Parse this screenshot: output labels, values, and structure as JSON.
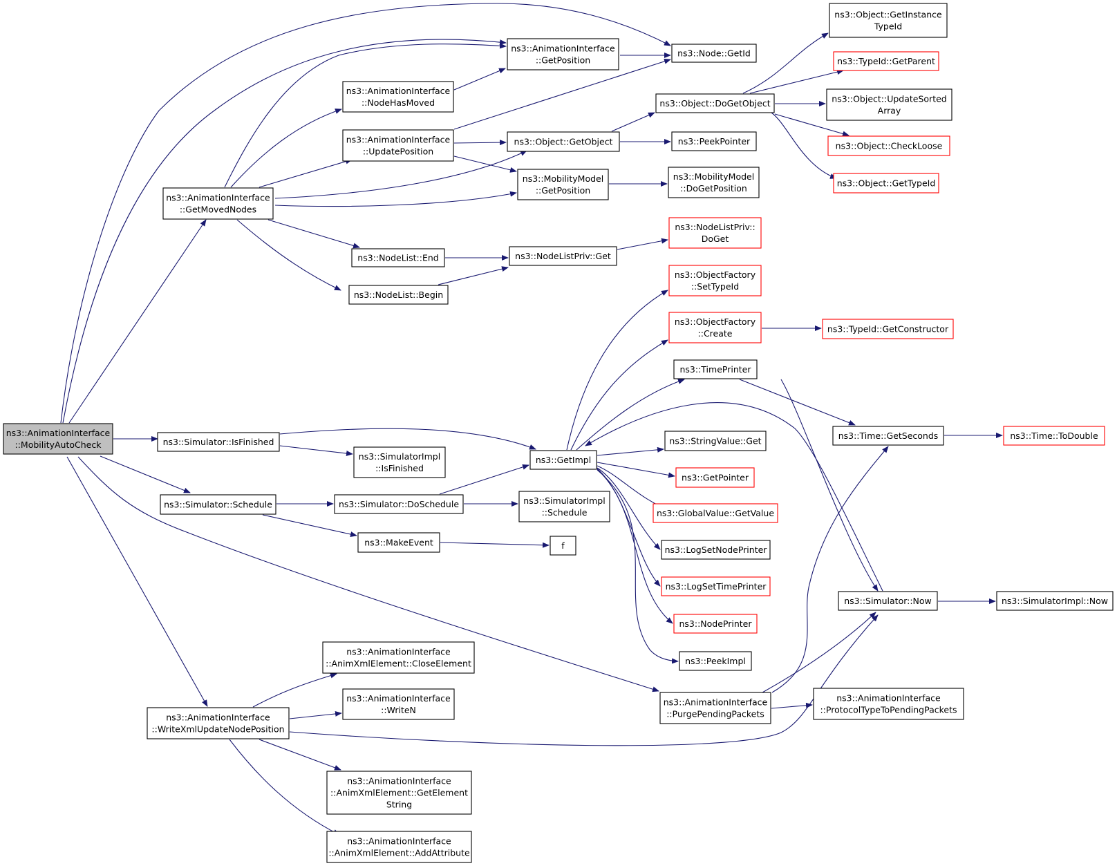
{
  "graph": {
    "edge_color": "#191970",
    "root_fill": "#bfbfbf",
    "external_stroke": "#ff0000",
    "nodes": [
      {
        "id": "root",
        "lines": [
          "ns3::AnimationInterface",
          "::MobilityAutoCheck"
        ],
        "style": "root"
      },
      {
        "id": "getMovedNodes",
        "lines": [
          "ns3::AnimationInterface",
          "::GetMovedNodes"
        ],
        "style": "normal"
      },
      {
        "id": "isFinished",
        "lines": [
          "ns3::Simulator::IsFinished"
        ],
        "style": "normal"
      },
      {
        "id": "schedule",
        "lines": [
          "ns3::Simulator::Schedule"
        ],
        "style": "normal"
      },
      {
        "id": "writeXml",
        "lines": [
          "ns3::AnimationInterface",
          "::WriteXmlUpdateNodePosition"
        ],
        "style": "normal"
      },
      {
        "id": "nodeHasMoved",
        "lines": [
          "ns3::AnimationInterface",
          "::NodeHasMoved"
        ],
        "style": "normal"
      },
      {
        "id": "updatePosition",
        "lines": [
          "ns3::AnimationInterface",
          "::UpdatePosition"
        ],
        "style": "normal"
      },
      {
        "id": "nodeListEnd",
        "lines": [
          "ns3::NodeList::End"
        ],
        "style": "normal"
      },
      {
        "id": "nodeListBegin",
        "lines": [
          "ns3::NodeList::Begin"
        ],
        "style": "normal"
      },
      {
        "id": "simImplIsFinished",
        "lines": [
          "ns3::SimulatorImpl",
          "::IsFinished"
        ],
        "style": "normal"
      },
      {
        "id": "doSchedule",
        "lines": [
          "ns3::Simulator::DoSchedule"
        ],
        "style": "normal"
      },
      {
        "id": "makeEvent",
        "lines": [
          "ns3::MakeEvent"
        ],
        "style": "normal"
      },
      {
        "id": "closeElement",
        "lines": [
          "ns3::AnimationInterface",
          "::AnimXmlElement::CloseElement"
        ],
        "style": "normal"
      },
      {
        "id": "writeN",
        "lines": [
          "ns3::AnimationInterface",
          "::WriteN"
        ],
        "style": "normal"
      },
      {
        "id": "getElementString",
        "lines": [
          "ns3::AnimationInterface",
          "::AnimXmlElement::GetElement",
          "String"
        ],
        "style": "normal"
      },
      {
        "id": "addAttribute",
        "lines": [
          "ns3::AnimationInterface",
          "::AnimXmlElement::AddAttribute"
        ],
        "style": "normal"
      },
      {
        "id": "aiGetPosition",
        "lines": [
          "ns3::AnimationInterface",
          "::GetPosition"
        ],
        "style": "normal"
      },
      {
        "id": "objGetObject",
        "lines": [
          "ns3::Object::GetObject"
        ],
        "style": "normal"
      },
      {
        "id": "mmGetPosition",
        "lines": [
          "ns3::MobilityModel",
          "::GetPosition"
        ],
        "style": "normal"
      },
      {
        "id": "nlpGet",
        "lines": [
          "ns3::NodeListPriv::Get"
        ],
        "style": "normal"
      },
      {
        "id": "getImpl",
        "lines": [
          "ns3::GetImpl"
        ],
        "style": "normal"
      },
      {
        "id": "simImplSchedule",
        "lines": [
          "ns3::SimulatorImpl",
          "::Schedule"
        ],
        "style": "normal"
      },
      {
        "id": "f",
        "lines": [
          "f"
        ],
        "style": "normal"
      },
      {
        "id": "purgePending",
        "lines": [
          "ns3::AnimationInterface",
          "::PurgePendingPackets"
        ],
        "style": "normal"
      },
      {
        "id": "nodeGetId",
        "lines": [
          "ns3::Node::GetId"
        ],
        "style": "normal"
      },
      {
        "id": "doGetObject",
        "lines": [
          "ns3::Object::DoGetObject"
        ],
        "style": "normal"
      },
      {
        "id": "peekPointer",
        "lines": [
          "ns3::PeekPointer"
        ],
        "style": "normal"
      },
      {
        "id": "mmDoGetPosition",
        "lines": [
          "ns3::MobilityModel",
          "::DoGetPosition"
        ],
        "style": "normal"
      },
      {
        "id": "nlpDoGet",
        "lines": [
          "ns3::NodeListPriv::",
          "DoGet"
        ],
        "style": "external"
      },
      {
        "id": "ofSetTypeId",
        "lines": [
          "ns3::ObjectFactory",
          "::SetTypeId"
        ],
        "style": "external"
      },
      {
        "id": "ofCreate",
        "lines": [
          "ns3::ObjectFactory",
          "::Create"
        ],
        "style": "external"
      },
      {
        "id": "timePrinter",
        "lines": [
          "ns3::TimePrinter"
        ],
        "style": "normal"
      },
      {
        "id": "stringValueGet",
        "lines": [
          "ns3::StringValue::Get"
        ],
        "style": "normal"
      },
      {
        "id": "getPointer",
        "lines": [
          "ns3::GetPointer"
        ],
        "style": "external"
      },
      {
        "id": "globalValueGetValue",
        "lines": [
          "ns3::GlobalValue::GetValue"
        ],
        "style": "external"
      },
      {
        "id": "logSetNodePrinter",
        "lines": [
          "ns3::LogSetNodePrinter"
        ],
        "style": "normal"
      },
      {
        "id": "logSetTimePrinter",
        "lines": [
          "ns3::LogSetTimePrinter"
        ],
        "style": "external"
      },
      {
        "id": "nodePrinter",
        "lines": [
          "ns3::NodePrinter"
        ],
        "style": "external"
      },
      {
        "id": "peekImpl",
        "lines": [
          "ns3::PeekImpl"
        ],
        "style": "normal"
      },
      {
        "id": "protocolType",
        "lines": [
          "ns3::AnimationInterface",
          "::ProtocolTypeToPendingPackets"
        ],
        "style": "normal"
      },
      {
        "id": "getInstanceTypeId",
        "lines": [
          "ns3::Object::GetInstance",
          "TypeId"
        ],
        "style": "normal"
      },
      {
        "id": "typeIdGetParent",
        "lines": [
          "ns3::TypeId::GetParent"
        ],
        "style": "external"
      },
      {
        "id": "updateSortedArray",
        "lines": [
          "ns3::Object::UpdateSorted",
          "Array"
        ],
        "style": "normal"
      },
      {
        "id": "checkLoose",
        "lines": [
          "ns3::Object::CheckLoose"
        ],
        "style": "external"
      },
      {
        "id": "objGetTypeId",
        "lines": [
          "ns3::Object::GetTypeId"
        ],
        "style": "external"
      },
      {
        "id": "getConstructor",
        "lines": [
          "ns3::TypeId::GetConstructor"
        ],
        "style": "external"
      },
      {
        "id": "timeGetSeconds",
        "lines": [
          "ns3::Time::GetSeconds"
        ],
        "style": "normal"
      },
      {
        "id": "simNow",
        "lines": [
          "ns3::Simulator::Now"
        ],
        "style": "normal"
      },
      {
        "id": "timeToDouble",
        "lines": [
          "ns3::Time::ToDouble"
        ],
        "style": "external"
      },
      {
        "id": "simImplNow",
        "lines": [
          "ns3::SimulatorImpl::Now"
        ],
        "style": "normal"
      }
    ]
  }
}
